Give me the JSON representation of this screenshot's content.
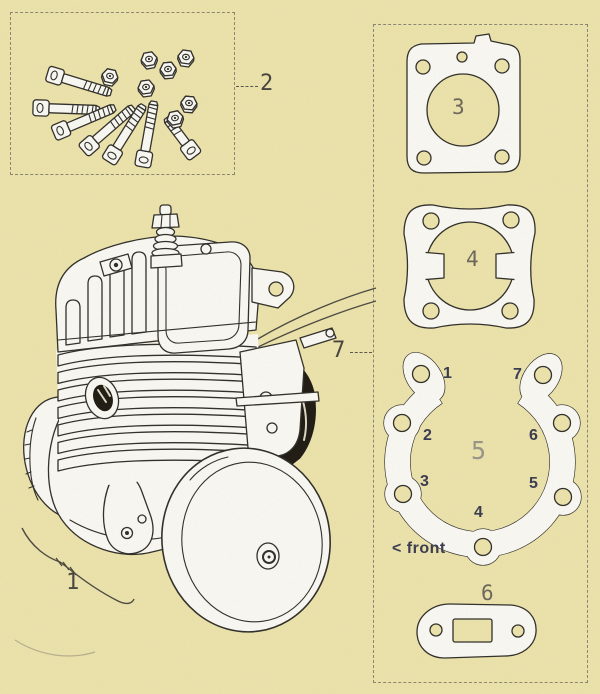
{
  "palette": {
    "background": "#ece3ac",
    "paper_fill": "#f9f8f2",
    "ink": "#33312b",
    "dashed_border": "#8e8772",
    "callout_color": "#4b4740",
    "gasket_number_color": "#6e695c",
    "torque_number_color": "#3d3d52",
    "center_number_color": "#9b968a",
    "dark_fill": "#221e16"
  },
  "callouts": {
    "engine": "1",
    "bolt_set": "2",
    "head_gasket": "3",
    "base_gasket": "4",
    "crankcase_gasket": "5",
    "exhaust_gasket": "6",
    "gasket_set": "7"
  },
  "gasket5": {
    "center_label": "5",
    "front_label": "< front",
    "torque_sequence": [
      "1",
      "2",
      "3",
      "4",
      "5",
      "6",
      "7"
    ]
  }
}
